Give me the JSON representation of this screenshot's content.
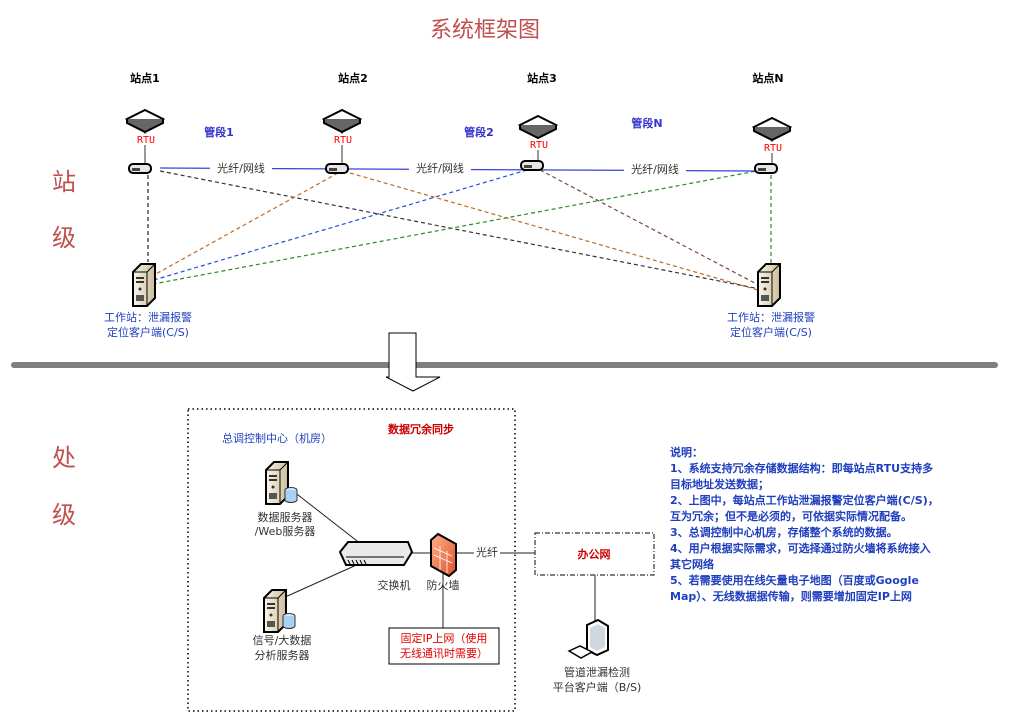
{
  "title": "系统框架图",
  "levels": {
    "station": [
      "站",
      "级"
    ],
    "office": [
      "处",
      "级"
    ]
  },
  "sites": [
    "站点1",
    "站点2",
    "站点3",
    "站点N"
  ],
  "segments": [
    "管段1",
    "管段2",
    "管段N"
  ],
  "rtu_label": "RTU",
  "link_label": "光纤/网线",
  "workstation": {
    "line1": "工作站：泄漏报警",
    "line2": "定位客户端(C/S)"
  },
  "center": {
    "title": "总调控制中心（机房）",
    "sync": "数据冗余同步",
    "db_server": [
      "数据服务器",
      "/Web服务器"
    ],
    "analysis_server": [
      "信号/大数据",
      "分析服务器"
    ],
    "switch": "交换机",
    "firewall": "防火墙",
    "fixed_ip": [
      "固定IP上网（使用",
      "无线通讯时需要）"
    ],
    "fiber": "光纤"
  },
  "office_net": "办公网",
  "client": [
    "管道泄漏检测",
    "平台客户端（B/S)"
  ],
  "notes": [
    "说明：",
    "1、系统支持冗余存储数据结构：即每站点RTU支持多",
    "目标地址发送数据；",
    "2、上图中，每站点工作站泄漏报警定位客户端(C/S)，",
    "互为冗余；但不是必须的，可依据实际情况配备。",
    "3、总调控制中心机房，存储整个系统的数据。",
    "4、用户根据实际需求，可选择通过防火墙将系统接入",
    "其它网络",
    "5、若需要使用在线矢量电子地图（百度或Google",
    "Map）、无线数据据传输，则需要增加固定IP上网"
  ]
}
